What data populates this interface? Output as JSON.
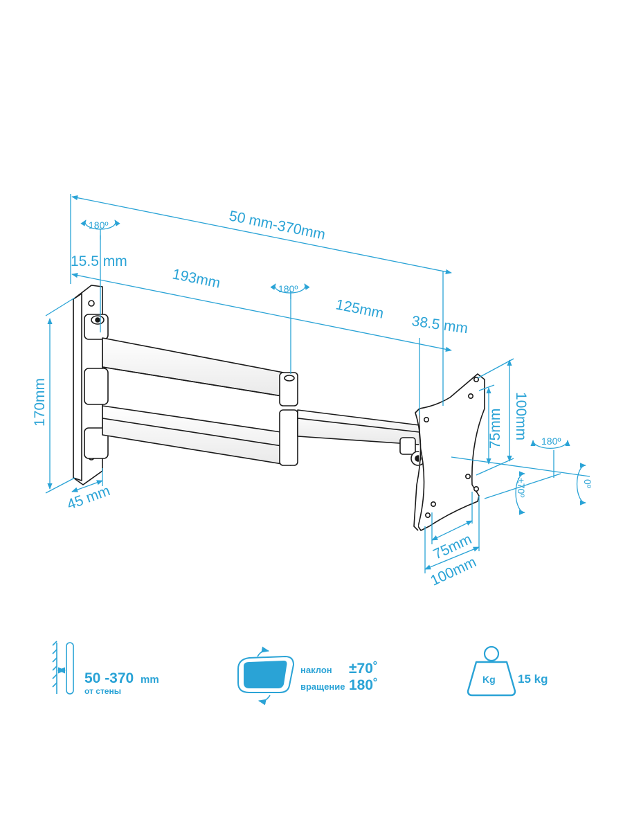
{
  "dimensions": {
    "arm_range": "50 mm-370mm",
    "offset_left": "15.5 mm",
    "arm_first": "193mm",
    "arm_second": "125mm",
    "offset_right": "38.5 mm",
    "height": "170mm",
    "depth": "45 mm",
    "vesa_v_small": "75mm",
    "vesa_v_large": "100mm",
    "vesa_h_small": "75mm",
    "vesa_h_large": "100mm"
  },
  "rotations": {
    "wall_pivot": "180º",
    "elbow_pivot": "180º",
    "head_swivel": "180º",
    "tilt": "±70º",
    "level": "0º"
  },
  "features": {
    "distance_value": "50 -370",
    "distance_unit": "mm",
    "distance_caption": "от стены",
    "tilt_label": "наклон",
    "tilt_value": "±70˚",
    "rotation_label": "вращение",
    "rotation_value": "180˚",
    "weight_icon_text": "Kg",
    "weight_value": "15 kg"
  },
  "colors": {
    "accent": "#2aa3d6",
    "mount": "#1a1a1a",
    "background": "#ffffff"
  }
}
